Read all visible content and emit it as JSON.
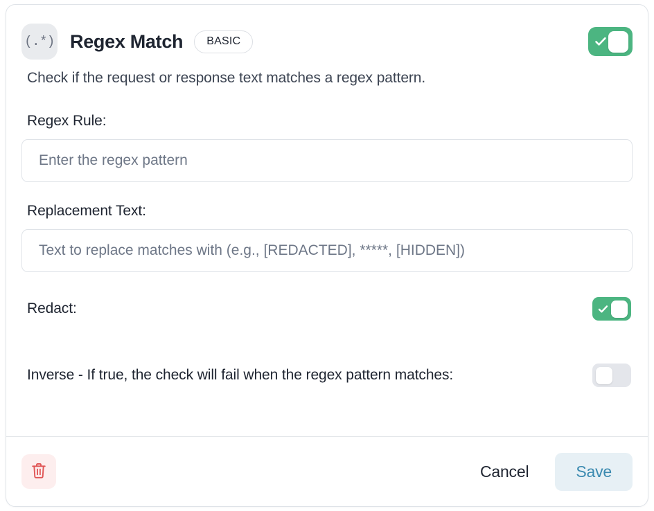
{
  "card": {
    "icon_glyph": "(.*)",
    "icon_name": "regex-icon",
    "title": "Regex Match",
    "badge": "BASIC",
    "enabled_toggle": {
      "name": "plugin-enabled-toggle",
      "state": "on"
    },
    "description": "Check if the request or response text matches a regex pattern."
  },
  "fields": {
    "regex_rule": {
      "label": "Regex Rule:",
      "value": "",
      "placeholder": "Enter the regex pattern"
    },
    "replacement_text": {
      "label": "Replacement Text:",
      "value": "",
      "placeholder": "Text to replace matches with (e.g., [REDACTED], *****, [HIDDEN])"
    },
    "redact": {
      "label": "Redact:",
      "state": "on"
    },
    "inverse": {
      "label": "Inverse - If true, the check will fail when the regex pattern matches:",
      "state": "off"
    }
  },
  "footer": {
    "delete_icon": "trash-icon",
    "cancel_label": "Cancel",
    "save_label": "Save"
  },
  "colors": {
    "toggle_on": "#4cb581",
    "toggle_off": "#e4e6eb",
    "save_text": "#3b8ab0",
    "save_bg": "#e7f0f5",
    "delete_icon": "#e05555",
    "delete_bg": "#fdeeee",
    "text_primary": "#1e2430",
    "placeholder": "#6e7787",
    "border": "#dfe3e8"
  }
}
